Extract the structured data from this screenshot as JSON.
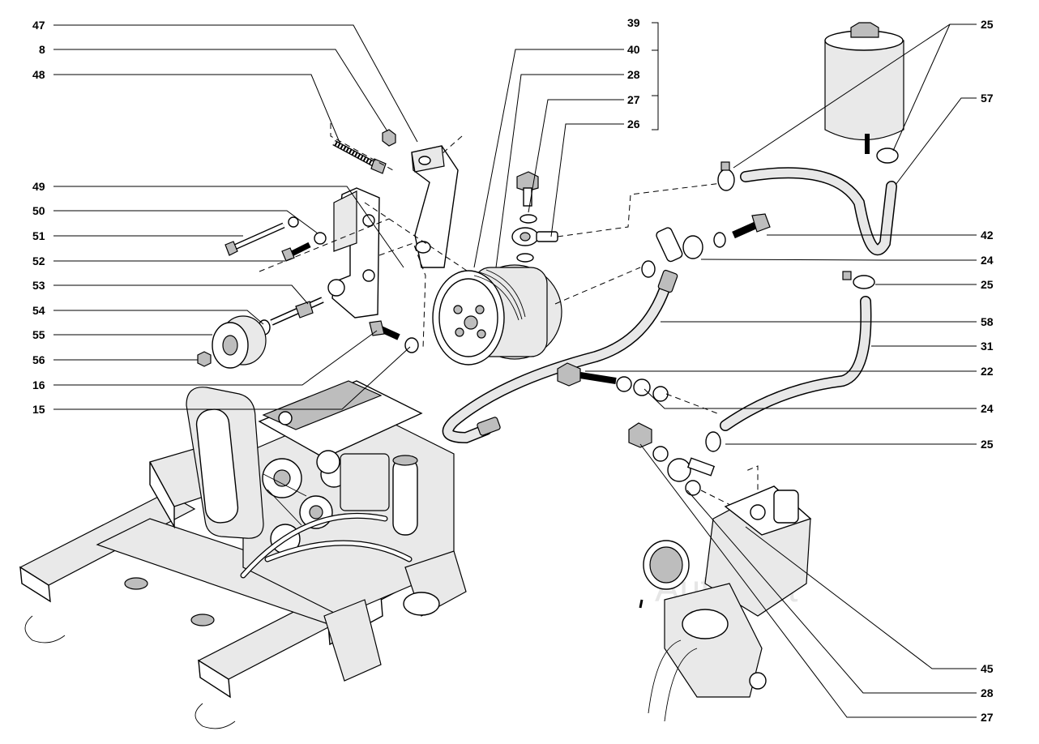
{
  "watermark": "AutoSoft",
  "callouts": [
    {
      "id": "47"
    },
    {
      "id": "8"
    },
    {
      "id": "48"
    },
    {
      "id": "49"
    },
    {
      "id": "50"
    },
    {
      "id": "51"
    },
    {
      "id": "52"
    },
    {
      "id": "53"
    },
    {
      "id": "54"
    },
    {
      "id": "55"
    },
    {
      "id": "56"
    },
    {
      "id": "16"
    },
    {
      "id": "15"
    },
    {
      "id": "39"
    },
    {
      "id": "40"
    },
    {
      "id": "28"
    },
    {
      "id": "27"
    },
    {
      "id": "26"
    },
    {
      "id": "25"
    },
    {
      "id": "57"
    },
    {
      "id": "42"
    },
    {
      "id": "24"
    },
    {
      "id": "25"
    },
    {
      "id": "58"
    },
    {
      "id": "31"
    },
    {
      "id": "22"
    },
    {
      "id": "24"
    },
    {
      "id": "25"
    },
    {
      "id": "45"
    },
    {
      "id": "28"
    },
    {
      "id": "27"
    }
  ]
}
